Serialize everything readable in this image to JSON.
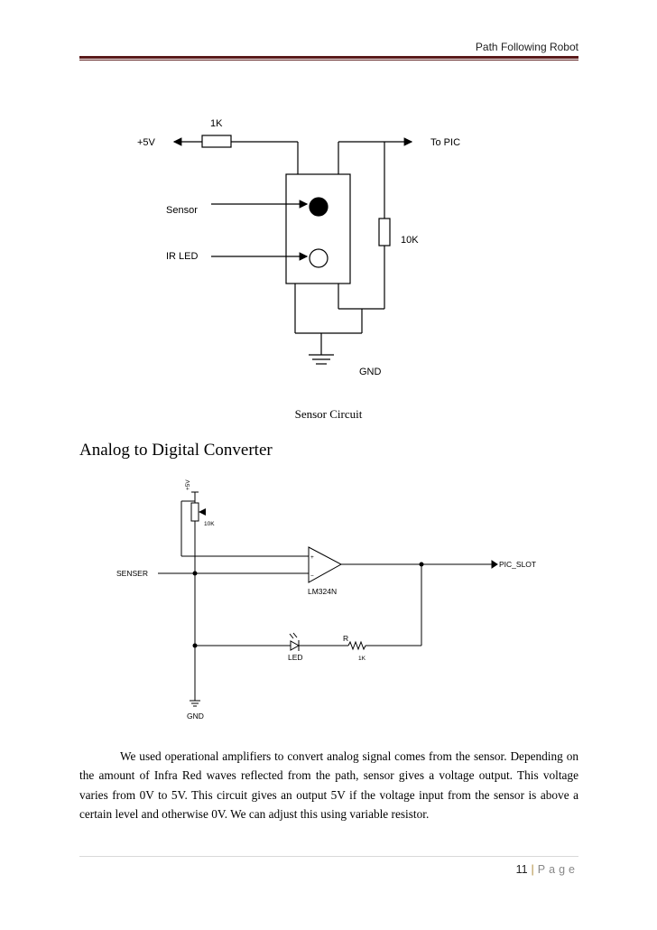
{
  "header": {
    "title": "Path Following Robot"
  },
  "sensor_circuit": {
    "label_1k": "1K",
    "label_5v": "+5V",
    "label_to_pic": "To PIC",
    "label_sensor": "Sensor",
    "label_ir_led": "IR LED",
    "label_10k": "10K",
    "label_gnd": "GND",
    "caption": "Sensor Circuit"
  },
  "section": {
    "heading": "Analog to Digital Converter"
  },
  "adc_circuit": {
    "label_5v": "+5V",
    "label_10k": "10K",
    "label_senser": "SENSER",
    "label_opamp": "LM324N",
    "label_pic_slot": "PIC_SLOT",
    "label_r": "R",
    "label_1k": "1K",
    "label_led": "LED",
    "label_gnd": "GND"
  },
  "body": {
    "paragraph": "We used operational amplifiers to convert analog signal comes from the sensor. Depending on the amount of Infra Red waves reflected from the path, sensor gives a voltage output. This voltage varies from 0V to 5V. This circuit gives an output 5V if the voltage input from the sensor is above a certain level and otherwise 0V. We can adjust this using variable resistor."
  },
  "footer": {
    "page_number": "11",
    "separator": "|",
    "page_word": "Page"
  }
}
